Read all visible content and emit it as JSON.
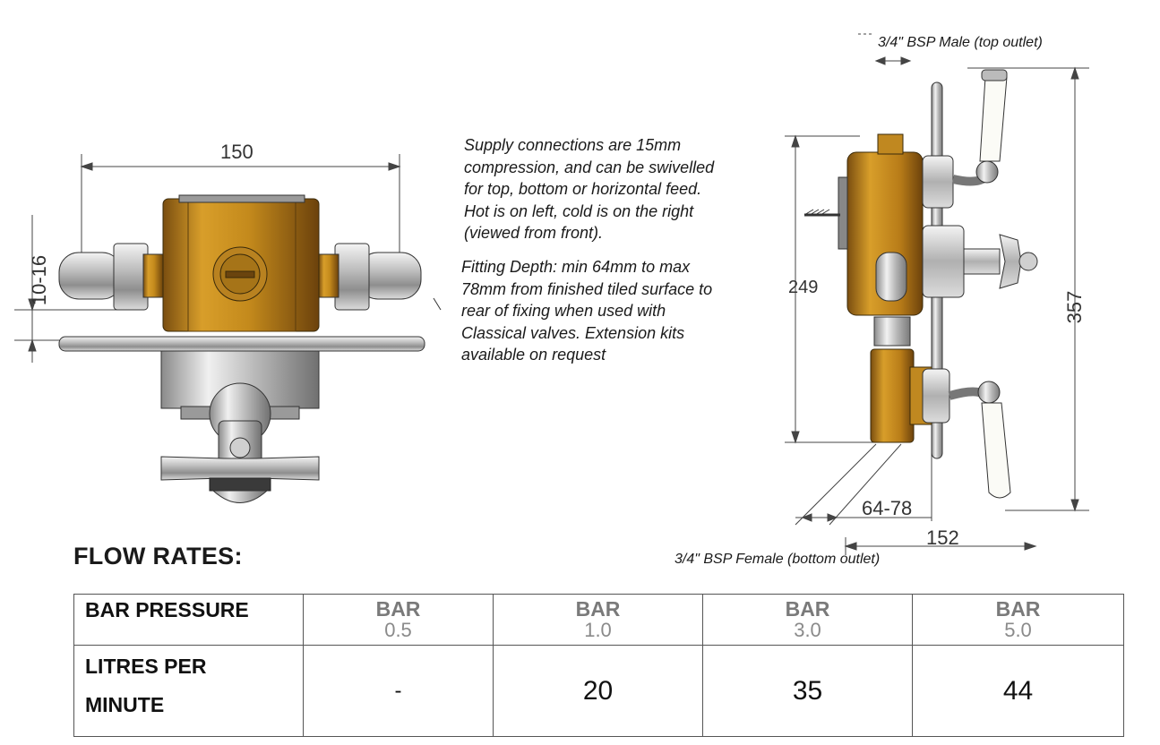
{
  "dimensions": {
    "front_width": "150",
    "front_height": "10-16",
    "side_height_body": "249",
    "side_height_total": "357",
    "side_depth": "64-78",
    "side_width": "152"
  },
  "notes": {
    "supply": "Supply connections are 15mm\ncompression, and can be swivelled\nfor top, bottom or horizontal feed.\nHot is on left, cold is on the right\n(viewed from front).",
    "fitting": "Fitting Depth: min 64mm to max\n78mm from finished tiled surface to\nrear of fixing when used with\nClassical valves. Extension kits\navailable on request"
  },
  "callouts": {
    "top_outlet": "3/4\" BSP Male (top outlet)",
    "bottom_outlet": "3/4\" BSP Female (bottom outlet)"
  },
  "flow": {
    "heading": "FLOW RATES:",
    "row1_label": "BAR PRESSURE",
    "row2_label_line1": "LITRES PER",
    "row2_label_line2": "MINUTE",
    "columns": [
      {
        "bar": "BAR",
        "value": "0.5",
        "lpm": "-"
      },
      {
        "bar": "BAR",
        "value": "1.0",
        "lpm": "20"
      },
      {
        "bar": "BAR",
        "value": "3.0",
        "lpm": "35"
      },
      {
        "bar": "BAR",
        "value": "5.0",
        "lpm": "44"
      }
    ]
  },
  "colors": {
    "brass": "#c8901c",
    "chrome": "#c9c9c9",
    "dim_line": "#444444"
  }
}
